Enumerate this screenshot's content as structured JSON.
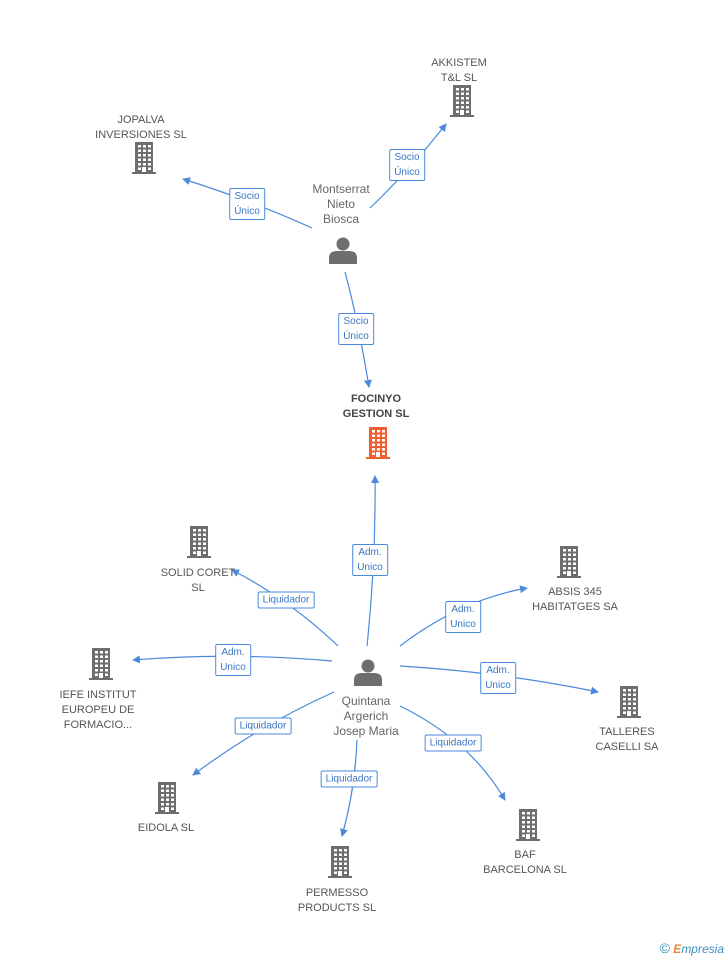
{
  "nodes": [
    {
      "id": "jopalva",
      "kind": "company",
      "label": [
        "JOPALVA",
        "INVERSIONES SL"
      ]
    },
    {
      "id": "akkistem",
      "kind": "company",
      "label": [
        "AKKISTEM",
        "T&L  SL"
      ]
    },
    {
      "id": "montserrat",
      "kind": "person",
      "label": [
        "Montserrat",
        "Nieto",
        "Biosca"
      ]
    },
    {
      "id": "focinyo",
      "kind": "focus",
      "label": [
        "FOCINYO",
        "GESTION SL"
      ]
    },
    {
      "id": "solid",
      "kind": "company",
      "label": [
        "SOLID CORET",
        "SL"
      ]
    },
    {
      "id": "absis",
      "kind": "company",
      "label": [
        "ABSIS 345",
        "HABITATGES SA"
      ]
    },
    {
      "id": "iefe",
      "kind": "company",
      "label": [
        "IEFE INSTITUT",
        "EUROPEU DE",
        "FORMACIO..."
      ]
    },
    {
      "id": "quintana",
      "kind": "person",
      "label": [
        "Quintana",
        "Argerich",
        "Josep Maria"
      ]
    },
    {
      "id": "talleres",
      "kind": "company",
      "label": [
        "TALLERES",
        "CASELLI SA"
      ]
    },
    {
      "id": "eidola",
      "kind": "company",
      "label": [
        "EIDOLA SL"
      ]
    },
    {
      "id": "permesso",
      "kind": "company",
      "label": [
        "PERMESSO",
        "PRODUCTS SL"
      ]
    },
    {
      "id": "baf",
      "kind": "company",
      "label": [
        "BAF",
        "BARCELONA SL"
      ]
    }
  ],
  "edges": [
    {
      "from": "montserrat",
      "to": "jopalva",
      "label": [
        "Socio",
        "Único"
      ]
    },
    {
      "from": "montserrat",
      "to": "akkistem",
      "label": [
        "Socio",
        "Único"
      ]
    },
    {
      "from": "montserrat",
      "to": "focinyo",
      "label": [
        "Socio",
        "Único"
      ]
    },
    {
      "from": "quintana",
      "to": "focinyo",
      "label": [
        "Adm.",
        "Unico"
      ]
    },
    {
      "from": "quintana",
      "to": "solid",
      "label": [
        "Liquidador"
      ]
    },
    {
      "from": "quintana",
      "to": "absis",
      "label": [
        "Adm.",
        "Unico"
      ]
    },
    {
      "from": "quintana",
      "to": "iefe",
      "label": [
        "Adm.",
        "Unico"
      ]
    },
    {
      "from": "quintana",
      "to": "talleres",
      "label": [
        "Adm.",
        "Unico"
      ]
    },
    {
      "from": "quintana",
      "to": "eidola",
      "label": [
        "Liquidador"
      ]
    },
    {
      "from": "quintana",
      "to": "permesso",
      "label": [
        "Liquidador"
      ]
    },
    {
      "from": "quintana",
      "to": "baf",
      "label": [
        "Liquidador"
      ]
    }
  ],
  "colors": {
    "edge": "#4a89dc",
    "company_icon": "#6e6e6e",
    "focus_icon": "#f0602e",
    "person_icon": "#6e6e6e",
    "brand": "#3a8fbf",
    "brand_accent": "#e8863a"
  },
  "brand": {
    "copyright": "©",
    "initial": "E",
    "rest": "mpresia"
  }
}
